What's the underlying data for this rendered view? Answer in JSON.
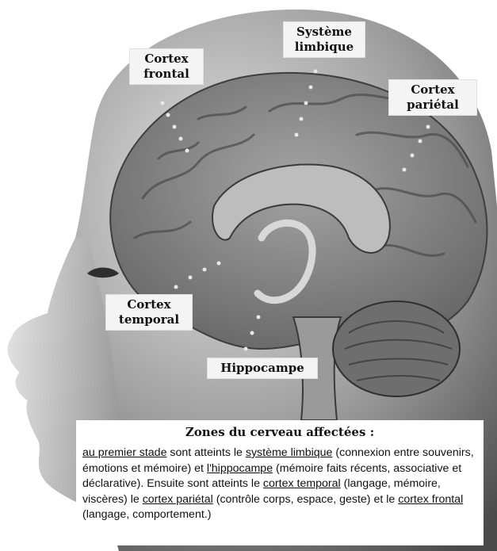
{
  "labels": {
    "cortex_frontal": [
      "Cortex",
      "frontal"
    ],
    "systeme_limbique": [
      "Système",
      "limbique"
    ],
    "cortex_parietal": [
      "Cortex",
      "pariétal"
    ],
    "cortex_temporal": [
      "Cortex",
      "temporal"
    ],
    "hippocampe": "Hippocampe"
  },
  "info": {
    "title": "Zones du cerveau affectées :",
    "body": {
      "s1": "au premier stade",
      "t1": " sont atteints le ",
      "s2": "système limbique",
      "t2": " (connexion entre souvenirs, émotions et mémoire) et ",
      "s3": "l'hippocampe",
      "t3": " (mémoire faits récents, associative et déclarative). Ensuite sont atteints le ",
      "s4": "cortex temporal",
      "t4": " (langage, mémoire, viscères) le ",
      "s5": "cortex pariétal",
      "t5": " (contrôle corps, espace, geste) et le ",
      "s6": "cortex frontal",
      "t6": " (langage, comportement.)"
    }
  },
  "colors": {
    "skin_light": "#d9d9d9",
    "skin_dark": "#5a5a5a",
    "brain": "#8c8c8c",
    "cerebellum": "#6e6e6e"
  }
}
